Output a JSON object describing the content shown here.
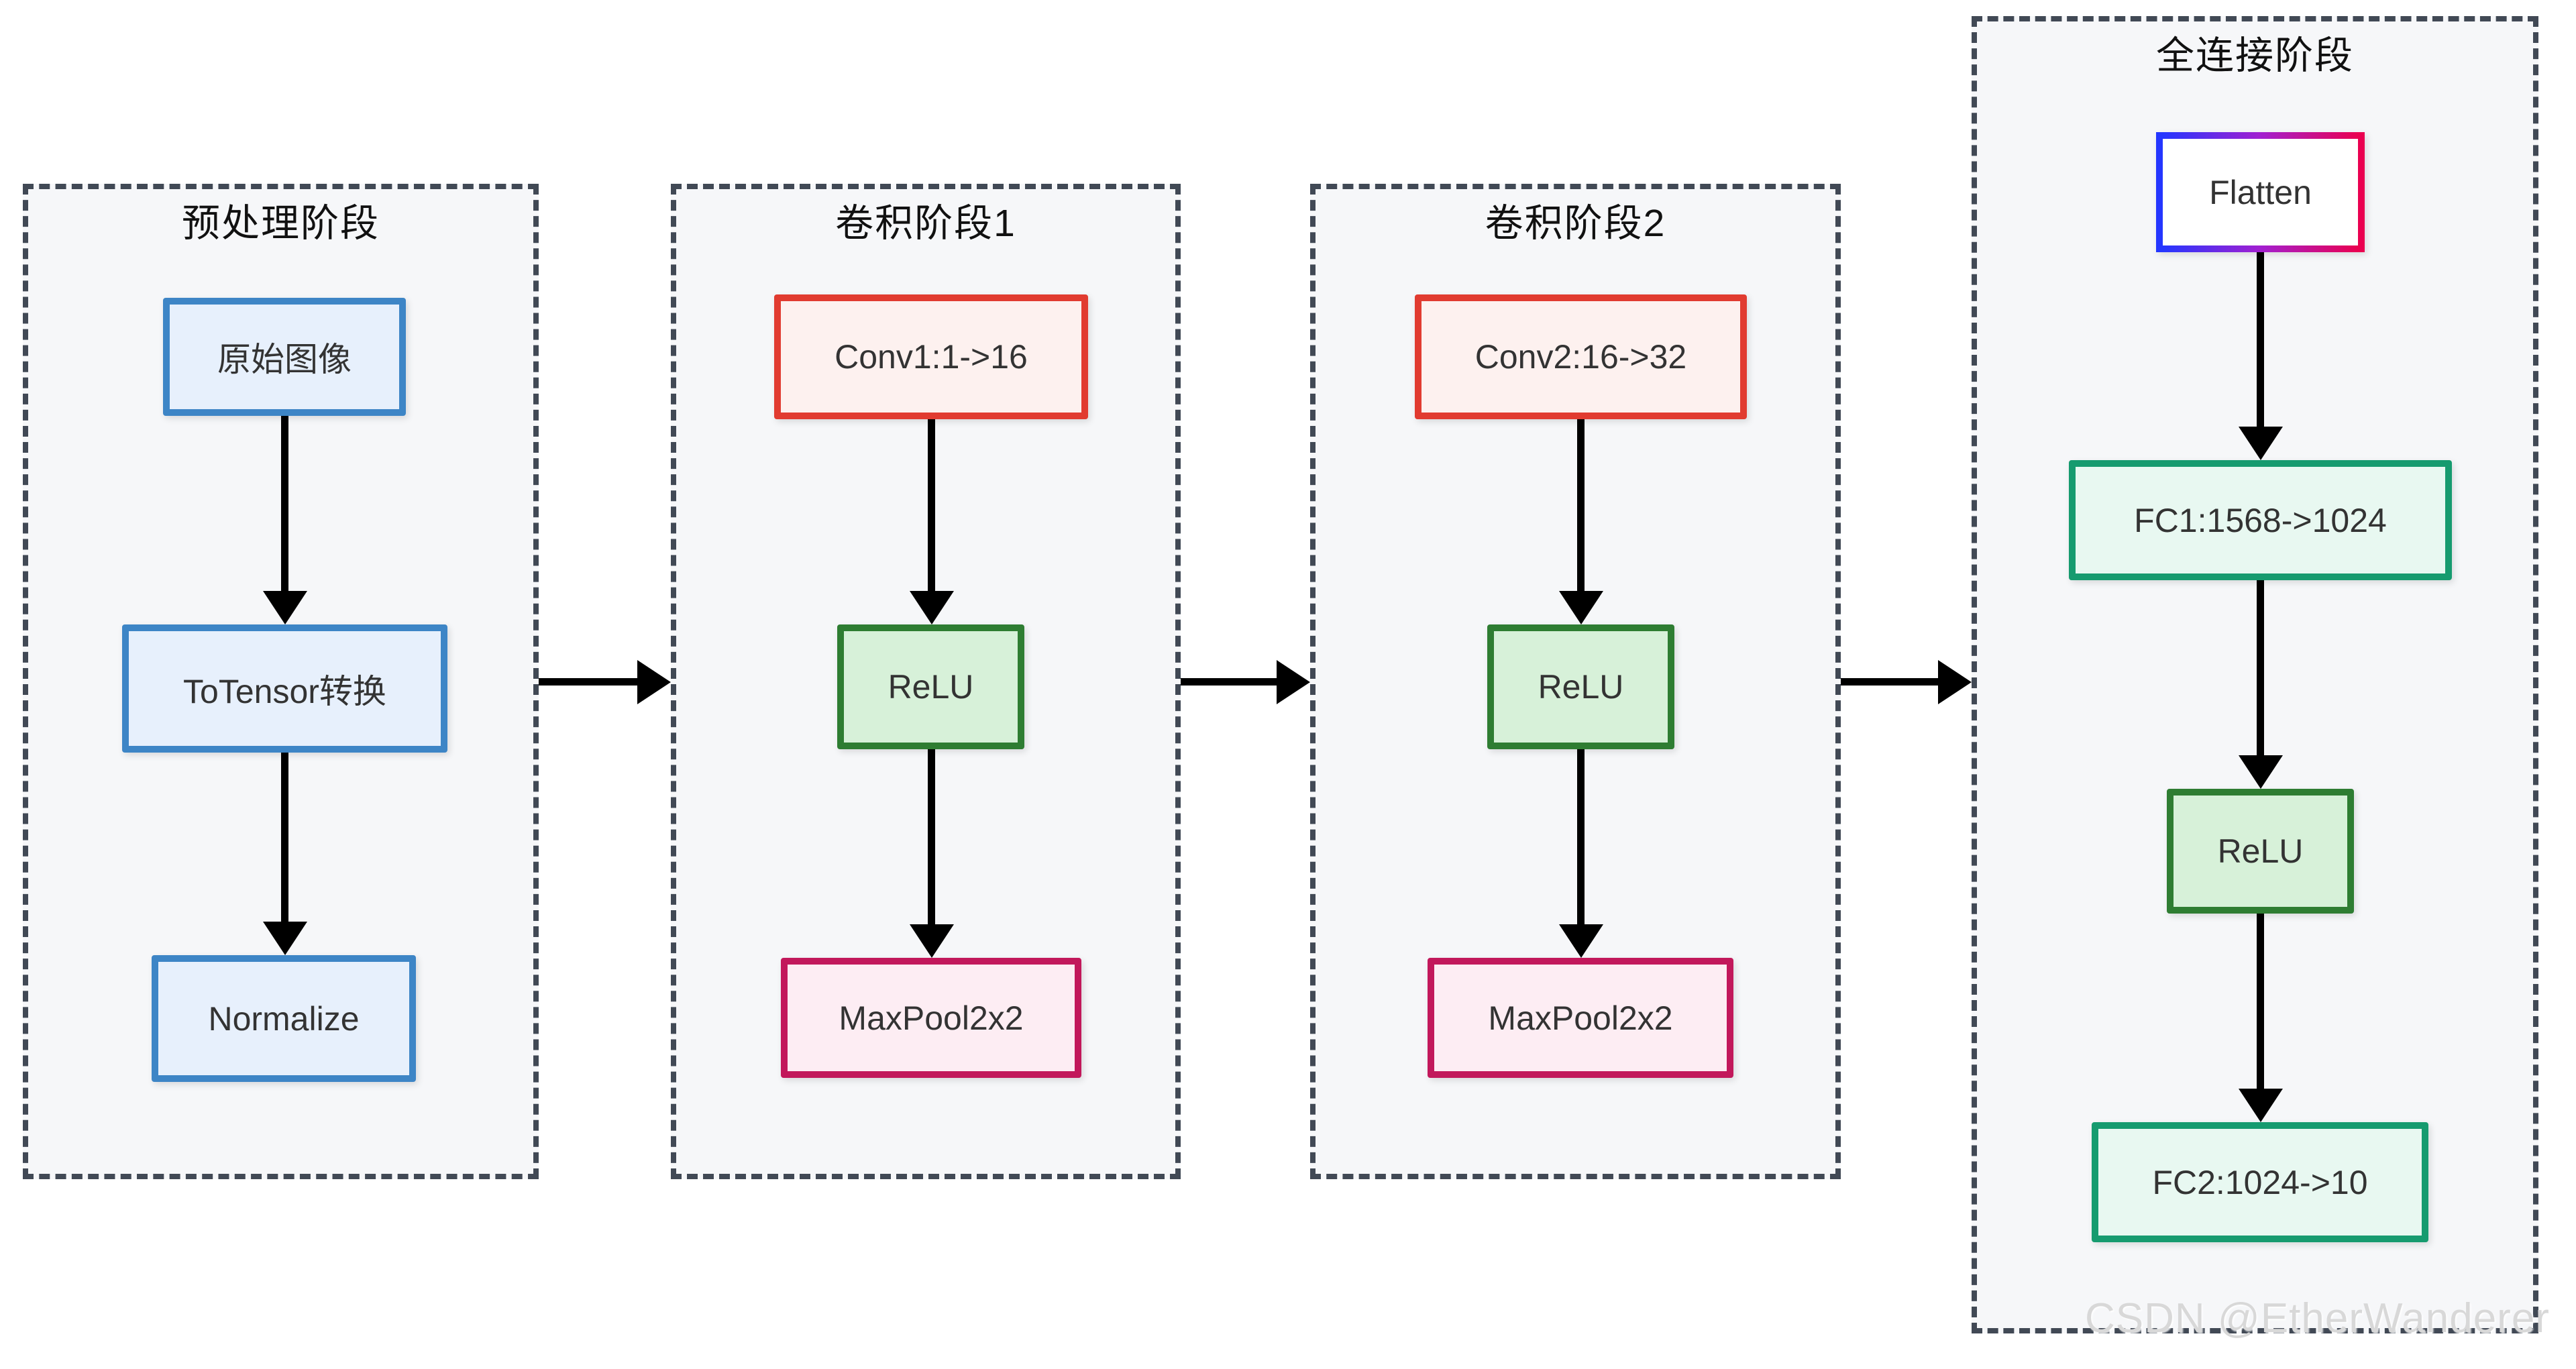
{
  "page": {
    "watermark": "CSDN @EtherWanderer"
  },
  "stages": [
    {
      "title": "预处理阶段",
      "nodes": [
        {
          "label": "原始图像",
          "style": "blue"
        },
        {
          "label": "ToTensor转换",
          "style": "blue"
        },
        {
          "label": "Normalize",
          "style": "blue"
        }
      ]
    },
    {
      "title": "卷积阶段1",
      "nodes": [
        {
          "label": "Conv1:1->16",
          "style": "red"
        },
        {
          "label": "ReLU",
          "style": "green"
        },
        {
          "label": "MaxPool2x2",
          "style": "pink"
        }
      ]
    },
    {
      "title": "卷积阶段2",
      "nodes": [
        {
          "label": "Conv2:16->32",
          "style": "red"
        },
        {
          "label": "ReLU",
          "style": "green"
        },
        {
          "label": "MaxPool2x2",
          "style": "pink"
        }
      ]
    },
    {
      "title": "全连接阶段",
      "nodes": [
        {
          "label": "Flatten",
          "style": "gradient"
        },
        {
          "label": "FC1:1568->1024",
          "style": "teal"
        },
        {
          "label": "ReLU",
          "style": "green"
        },
        {
          "label": "FC2:1024->10",
          "style": "teal"
        }
      ]
    }
  ],
  "colors": {
    "panel-bg": "#f6f7f9",
    "panel-border": "#414955",
    "blue-border": "#3d85c6",
    "blue-fill": "#e7f0fc",
    "red-border": "#e13b30",
    "red-fill": "#fdf1ef",
    "green-border": "#2e7d32",
    "green-fill": "#d7f1d9",
    "pink-border": "#c2185b",
    "pink-fill": "#fdedf3",
    "teal-border": "#169b6f",
    "teal-fill": "#e8f8f1",
    "gradient-left": "#2436ff",
    "gradient-mid": "#a21fd0",
    "gradient-right": "#ea0050",
    "arrow": "#000000",
    "watermark": "#d8d8d8"
  }
}
